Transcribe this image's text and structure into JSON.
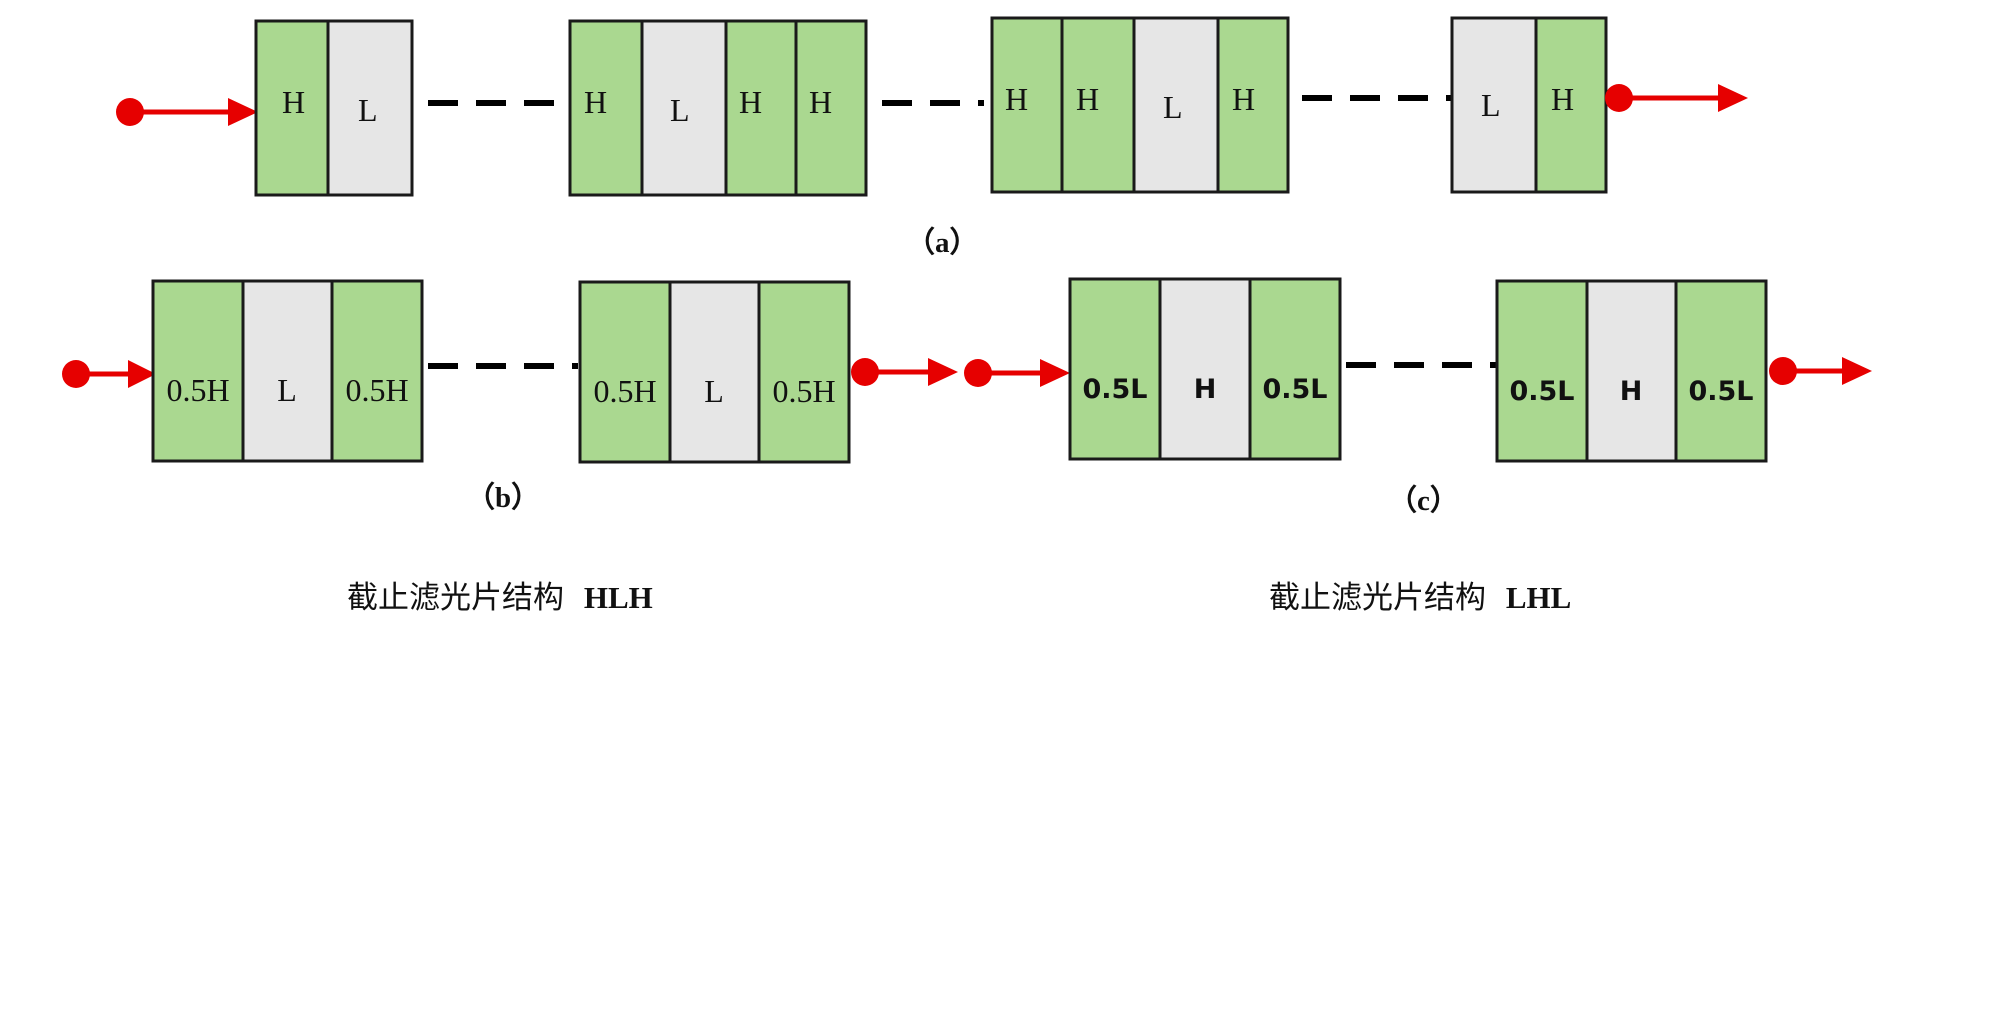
{
  "diagram_a": {
    "panel_label": "（a）",
    "units": [
      [
        "H",
        "L"
      ],
      [
        "H",
        "L",
        "H",
        "H"
      ],
      [
        "H",
        "H",
        "L",
        "H"
      ],
      [
        "L",
        "H"
      ]
    ]
  },
  "diagram_b": {
    "panel_label": "（b）",
    "units": [
      [
        "0.5H",
        "L",
        "0.5H"
      ],
      [
        "0.5H",
        "L",
        "0.5H"
      ]
    ]
  },
  "diagram_c": {
    "panel_label": "（c）",
    "units": [
      [
        "0.5L",
        "H",
        "0.5L"
      ],
      [
        "0.5L",
        "H",
        "0.5L"
      ]
    ]
  },
  "captions": {
    "left_prefix": "截止滤光片结构",
    "left_suffix": "HLH",
    "right_prefix": "截止滤光片结构",
    "right_suffix": "LHL"
  },
  "colors": {
    "high_layer": "#aad890",
    "low_layer": "#e6e6e6",
    "arrow": "#e60000"
  }
}
